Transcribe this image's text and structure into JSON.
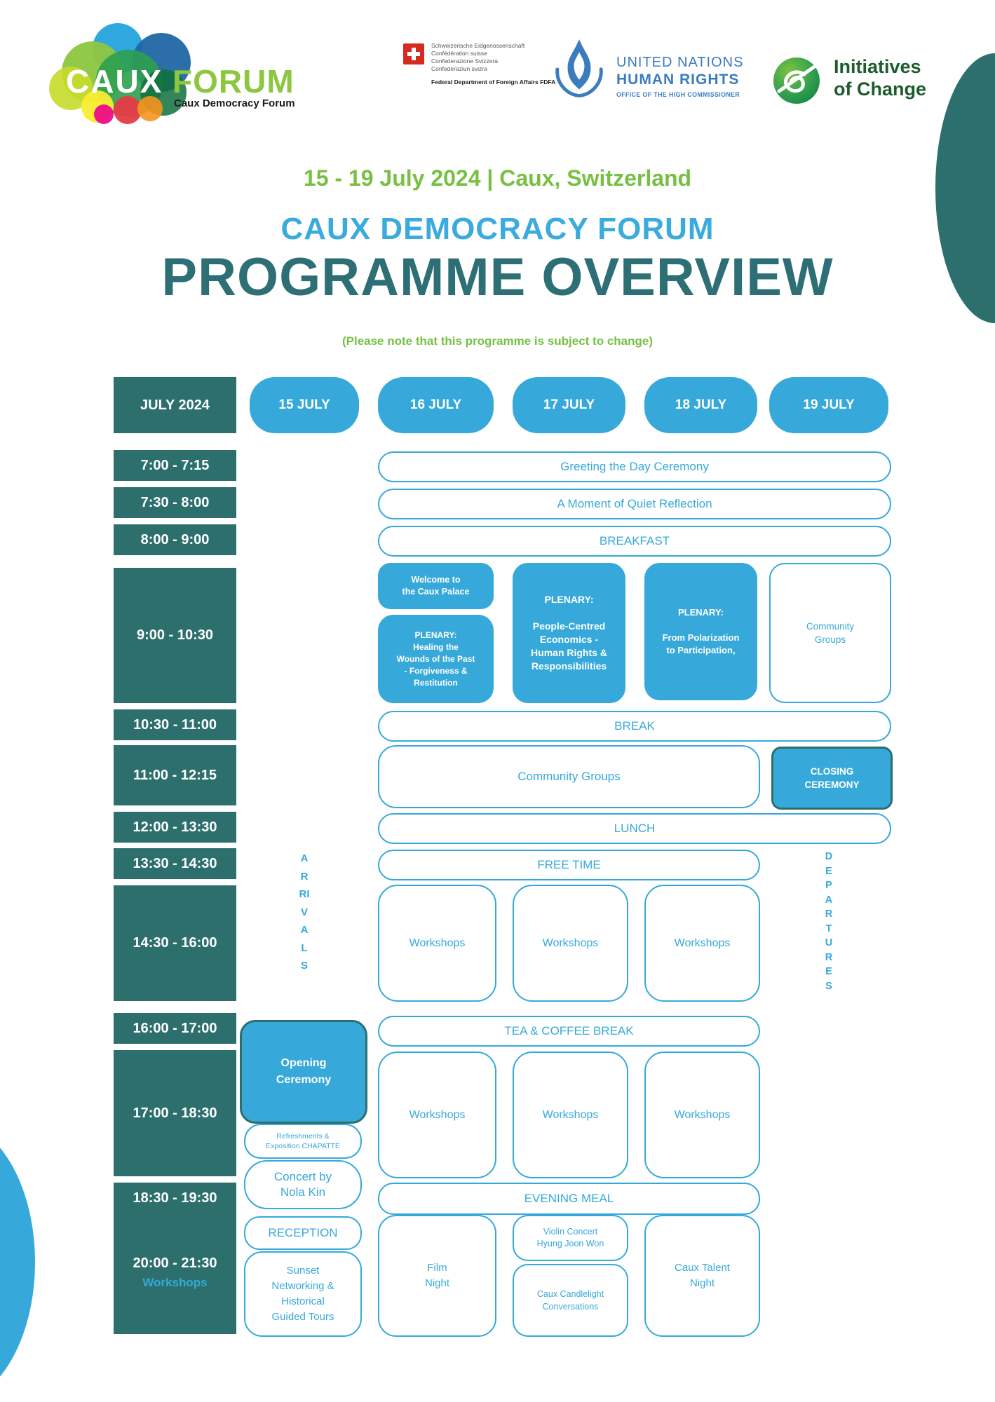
{
  "colors": {
    "teal": "#2C6F6D",
    "blue": "#36A9DA",
    "green": "#77C043",
    "title-blue": "#3AABDC",
    "title-teal": "#2E6F76",
    "un-blue": "#3A7CBE",
    "swiss-red": "#D52B1E",
    "iofc-green": "#1D5C2D",
    "logo-green": "#8DC63F"
  },
  "logos": {
    "caux": {
      "word1": "CAUX",
      "word2": "FORUM",
      "tagline": "Caux Democracy Forum"
    },
    "swiss": {
      "line1": "Schweizerische Eidgenossenschaft",
      "line2": "Confédération suisse",
      "line3": "Confederazione Svizzera",
      "line4": "Confederaziun svizra",
      "dept": "Federal Department of Foreign Affairs FDFA"
    },
    "un": {
      "line1": "UNITED NATIONS",
      "line2": "HUMAN RIGHTS",
      "line3": "OFFICE OF THE HIGH COMMISSIONER"
    },
    "iofc": {
      "line1": "Initiatives",
      "line2": "of Change"
    }
  },
  "title": {
    "date_location": "15 - 19 July 2024 | Caux, Switzerland",
    "forum": "CAUX DEMOCRACY FORUM",
    "main": "PROGRAMME OVERVIEW",
    "note": "(Please note that this programme is subject to change)"
  },
  "table": {
    "month": "JULY 2024",
    "days": [
      "15 JULY",
      "16 JULY",
      "17 JULY",
      "18 JULY",
      "19 JULY"
    ],
    "times": [
      "7:00 - 7:15",
      "7:30 - 8:00",
      "8:00 - 9:00",
      "9:00 - 10:30",
      "10:30 - 11:00",
      "11:00 - 12:15",
      "12:00 - 13:30",
      "13:30 - 14:30",
      "14:30 - 16:00",
      "16:00 - 17:00",
      "17:00 - 18:30",
      "18:30 - 19:30",
      "20:00 - 21:30"
    ],
    "workshops_note": "Workshops",
    "arrivals": "ARRIVALS",
    "departures": "DEPARTURES"
  },
  "events": {
    "greeting": "Greeting the Day Ceremony",
    "reflection": "A Moment of Quiet Reflection",
    "breakfast": "BREAKFAST",
    "welcome": "Welcome to\nthe Caux Palace",
    "plenary_healing": "PLENARY:\nHealing the\nWounds of the Past\n- Forgiveness &\nRestitution",
    "plenary_economics": "PLENARY:\n\nPeople-Centred\nEconomics -\nHuman Rights &\nResponsibilities",
    "plenary_polarization": "PLENARY:\n\nFrom Polarization\nto Participation,",
    "community_groups_19": "Community\nGroups",
    "break": "BREAK",
    "community_groups": "Community Groups",
    "closing": "CLOSING\nCEREMONY",
    "lunch": "LUNCH",
    "free_time": "FREE TIME",
    "workshops": "Workshops",
    "tea": "TEA & COFFEE  BREAK",
    "opening": "Opening\nCeremony",
    "refreshments": "Refreshments &\nExposition CHAPATTE",
    "concert": "Concert by\nNola Kin",
    "evening_meal": "EVENING MEAL",
    "reception": "RECEPTION",
    "sunset": "Sunset\nNetworking &\nHistorical\nGuided Tours",
    "film": "Film\nNight",
    "violin": "Violin Concert\nHyung Joon Won",
    "candlelight": "Caux Candlelight\nConversations",
    "talent": "Caux Talent\nNight"
  }
}
